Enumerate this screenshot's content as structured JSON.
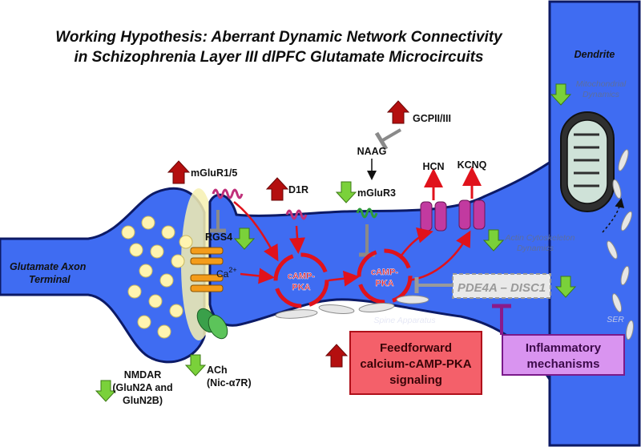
{
  "title": {
    "line1": "Working Hypothesis: Aberrant Dynamic Network Connectivity",
    "line2": "in Schizophrenia Layer III dlPFC Glutamate Microcircuits"
  },
  "labels": {
    "dendrite": "Dendrite",
    "mito_line1": "Mitochondrial",
    "mito_line2": "Dynamics",
    "gcpii": "GCPII/III",
    "naag": "NAAG",
    "hcn": "HCN",
    "kcnq": "KCNQ",
    "mglur15": "mGluR1/5",
    "d1r": "D1R",
    "mglur3": "mGluR3",
    "rgs4": "RGS4",
    "ca2": "Ca",
    "ca2_sup": "2+",
    "axon_line1": "Glutamate Axon",
    "axon_line2": "Terminal",
    "actin_line1": "Actin Cytoskeleton",
    "actin_line2": "Dynamics",
    "pde4a": "PDE4A – DISC1",
    "spine_apparatus": "Spine Apparatus",
    "ser": "SER",
    "camp_pka_line1": "cAMP-",
    "camp_pka_line2": "PKA",
    "ach_line1": "ACh",
    "ach_line2": "(Nic-α7R)",
    "nmdar_line1": "NMDAR",
    "nmdar_line2": "(GluN2A and",
    "nmdar_line3": "GluN2B)",
    "feedforward_line1": "Feedforward",
    "feedforward_line2": "calcium-cAMP-PKA",
    "feedforward_line3": "signaling",
    "inflammatory_line1": "Inflammatory",
    "inflammatory_line2": "mechanisms"
  },
  "colors": {
    "membrane_blue": "#3f6cf2",
    "membrane_edge": "#0c1a66",
    "up_arrow_red": "#b40f0f",
    "down_arrow_green": "#7ad13a",
    "camp_red": "#e0121b",
    "feedforward_fill": "#f4606a",
    "inflammatory_fill": "#d994f0",
    "receptor_orange": "#f49c1a",
    "receptor_purple": "#c0307a",
    "vesicle_yellow": "#fff4b0"
  },
  "icons": [
    "up-arrow-icon",
    "down-arrow-icon",
    "inhibition-bar-icon",
    "receptor-icon",
    "ion-channel-icon",
    "mitochondrion-icon",
    "vesicle-icon"
  ]
}
